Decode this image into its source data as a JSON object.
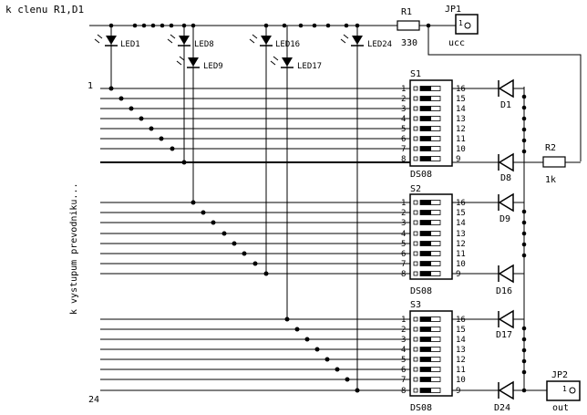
{
  "header": {
    "title": "k clenu R1,D1"
  },
  "side_label": "k vystupum prevodniku...",
  "row_labels": {
    "first": "1",
    "last": "24"
  },
  "resistors": [
    {
      "ref": "R1",
      "value": "330"
    },
    {
      "ref": "R2",
      "value": "1k"
    }
  ],
  "jumpers": [
    {
      "ref": "JP1",
      "pin": "1",
      "net": "ucc"
    },
    {
      "ref": "JP2",
      "pin": "1",
      "net": "out"
    }
  ],
  "leds": [
    "LED1",
    "LED8",
    "LED9",
    "LED16",
    "LED17",
    "LED24"
  ],
  "switch_blocks": [
    {
      "ref": "S1",
      "part": "DS08"
    },
    {
      "ref": "S2",
      "part": "DS08"
    },
    {
      "ref": "S3",
      "part": "DS08"
    }
  ],
  "switch_pins_left": [
    "1",
    "2",
    "3",
    "4",
    "5",
    "6",
    "7",
    "8"
  ],
  "switch_pins_right": [
    "16",
    "15",
    "14",
    "13",
    "12",
    "11",
    "10",
    "9"
  ],
  "diodes": [
    "D1",
    "D8",
    "D9",
    "D16",
    "D17",
    "D24"
  ],
  "colors": {
    "line": "#000000",
    "background": "#ffffff"
  }
}
